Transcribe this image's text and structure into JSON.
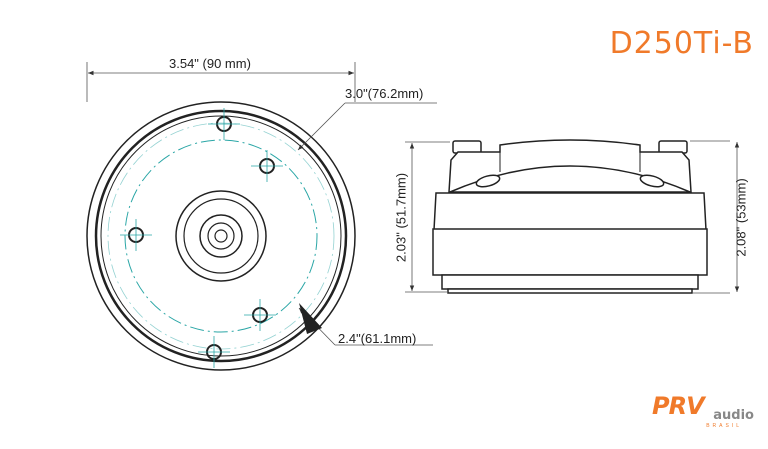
{
  "title": "D250Ti-B",
  "dimensions": {
    "width": "3.54\" (90 mm)",
    "bolt_circle": "3.0\"(76.2mm)",
    "inner_circle": "2.4\"(61.1mm)",
    "side_height_body": "2.03\" (51.7mm)",
    "side_height_total": "2.08\" (53mm)"
  },
  "logo": {
    "brand": "PRV",
    "sub": "audio",
    "country": "BRASIL"
  },
  "colors": {
    "accent": "#f07a2a",
    "centerline": "#2aa6a6"
  }
}
